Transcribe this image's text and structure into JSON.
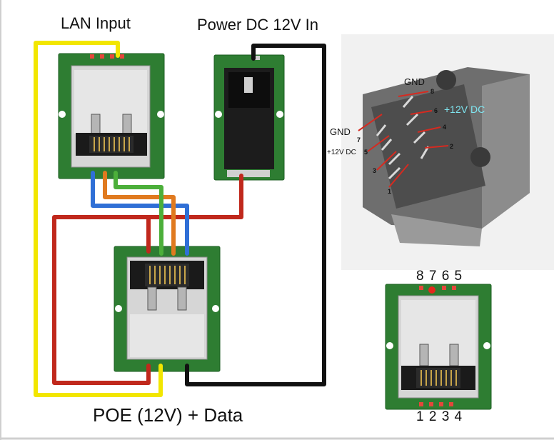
{
  "labels": {
    "lan_input": "LAN Input",
    "power_in": "Power DC 12V In",
    "poe_output": "POE (12V) + Data",
    "pins_top": "8 7 6 5",
    "pins_bottom": "1 2 3 4"
  },
  "photo_labels": {
    "gnd_top": "GND",
    "gnd_left": "GND",
    "plus12_right": "+12V DC",
    "plus12_left": "+12V DC",
    "pin_numbers": [
      "1",
      "2",
      "3",
      "4",
      "5",
      "6",
      "7",
      "8"
    ]
  },
  "colors": {
    "board_green": "#2e7d32",
    "wire_yellow": "#f2e600",
    "wire_black": "#111111",
    "wire_red": "#c0281c",
    "wire_blue": "#2f6fd6",
    "wire_orange": "#e07a1f",
    "wire_green": "#4caf3a",
    "photo_annotation_red": "#d62a20",
    "photo_annotation_cyan": "#7fe5f0"
  }
}
